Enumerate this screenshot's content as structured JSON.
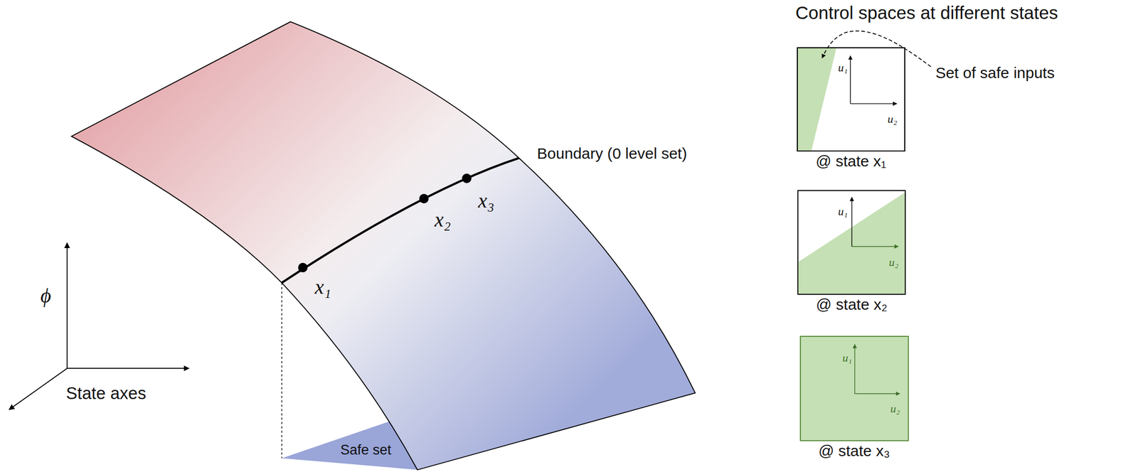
{
  "diagram": {
    "nodes": [
      {
        "text": [
          "u₁",
          "u₂",
          "@ state x₁"
        ]
      },
      {
        "text": [
          "u₁",
          "u₂",
          "@ state x₂"
        ]
      },
      {
        "text": [
          "u₁",
          "u₂",
          "@ state x₃"
        ]
      }
    ],
    "labels": [
      "ϕ",
      "State axes",
      "Safe set",
      "Boundary (0 level set)",
      "x₁",
      "x₂",
      "x₃",
      "Control spaces at different states",
      "Set of safe inputs"
    ]
  }
}
